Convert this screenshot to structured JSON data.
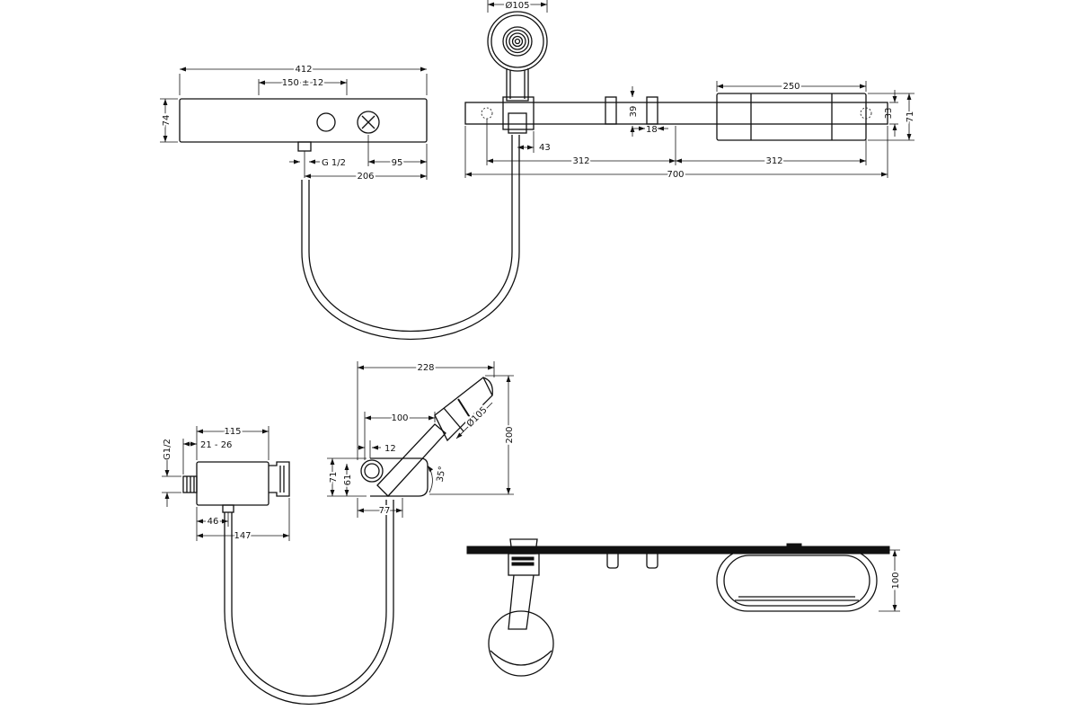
{
  "diagram": {
    "views": {
      "mixer_top": {
        "dims": {
          "width": "412",
          "spacing": "150 ± 12",
          "height": "74",
          "thread": "G 1/2",
          "right_offset": "95",
          "outlet_offset": "206"
        }
      },
      "hand_shower_top": {
        "dims": {
          "diameter": "Ø105"
        }
      },
      "rail_front": {
        "dims": {
          "holder_height": "39",
          "shelf_width": "250",
          "shelf_height": "33",
          "total_height": "71",
          "holder_offset": "43",
          "bracket_gap": "18",
          "span_left": "312",
          "span_right": "312",
          "total_length": "700"
        }
      },
      "mixer_side": {
        "dims": {
          "thread": "G1/2",
          "depth": "115",
          "range": "21 - 26",
          "outlet_offset": "46",
          "total_depth": "147"
        }
      },
      "holder_side": {
        "dims": {
          "reach": "228",
          "head_offset": "100",
          "diameter": "Ø105",
          "height": "200",
          "clearance": "12",
          "total_height": "71",
          "inner_height": "61",
          "angle": "35°",
          "width": "77"
        }
      },
      "rail_top": {
        "dims": {
          "shelf_depth": "100"
        }
      }
    }
  }
}
